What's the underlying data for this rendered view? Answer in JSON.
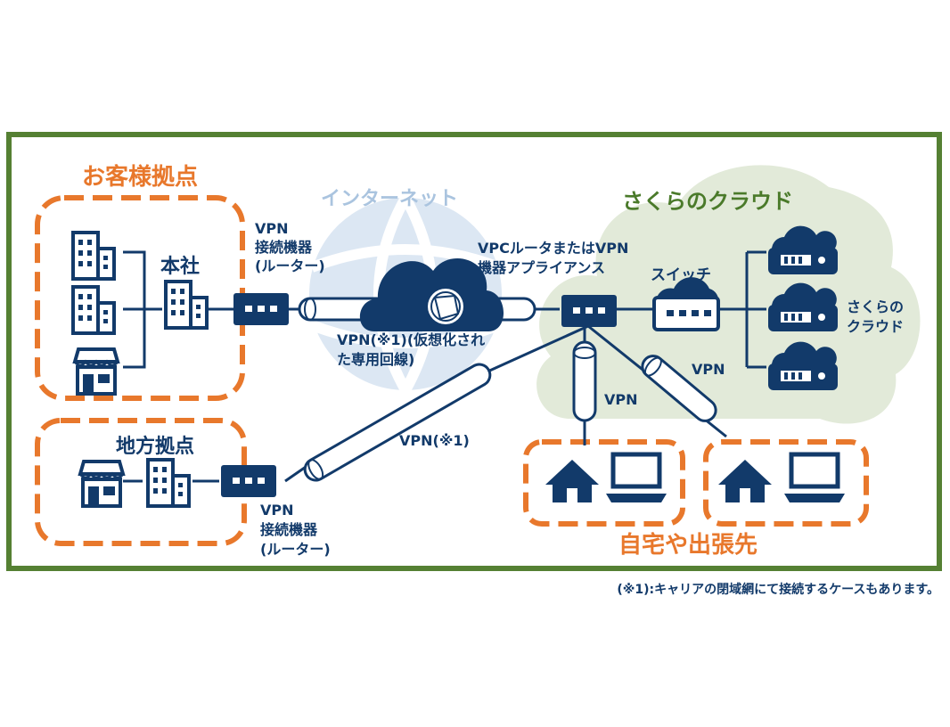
{
  "labels": {
    "customer_sites": "お客様拠点",
    "headquarters": "本社",
    "vpn_device_top_1": "VPN",
    "vpn_device_top_2": "接続機器",
    "vpn_device_top_3": "(ルーター)",
    "internet": "インターネット",
    "vpn_virtual_1": "VPN(※1)(仮想化され",
    "vpn_virtual_2": "た専用回線)",
    "vpc_router_1": "VPCルータまたはVPN",
    "vpc_router_2": "機器アプライアンス",
    "switch": "スイッチ",
    "sakura_cloud_title": "さくらのクラウド",
    "sakura_cloud_side_1": "さくらの",
    "sakura_cloud_side_2": "クラウド",
    "regional_sites": "地方拠点",
    "vpn_device_bottom_1": "VPN",
    "vpn_device_bottom_2": "接続機器",
    "vpn_device_bottom_3": "(ルーター)",
    "vpn_note1": "VPN(※1)",
    "vpn_a": "VPN",
    "vpn_b": "VPN",
    "home_travel": "自宅や出張先",
    "footnote": "(※1):キャリアの閉域網にて接続するケースもあります。"
  },
  "colors": {
    "frame": "#558033",
    "orange": "#e8782c",
    "navy": "#123a6a",
    "cloud_green": "#e2ead9",
    "internet_blue": "#dce7f3"
  }
}
